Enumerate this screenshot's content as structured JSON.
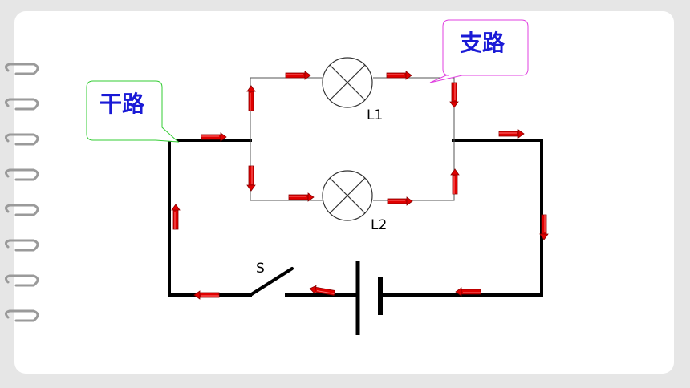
{
  "callouts": {
    "branch": "支路",
    "trunk": "干路"
  },
  "components": {
    "lamp1": "L1",
    "lamp2": "L2",
    "switch": "S"
  },
  "colors": {
    "arrow": "#e00000",
    "branch_border": "#e040e0",
    "trunk_border": "#33cc33",
    "callout_text": "#1a1ad6"
  }
}
